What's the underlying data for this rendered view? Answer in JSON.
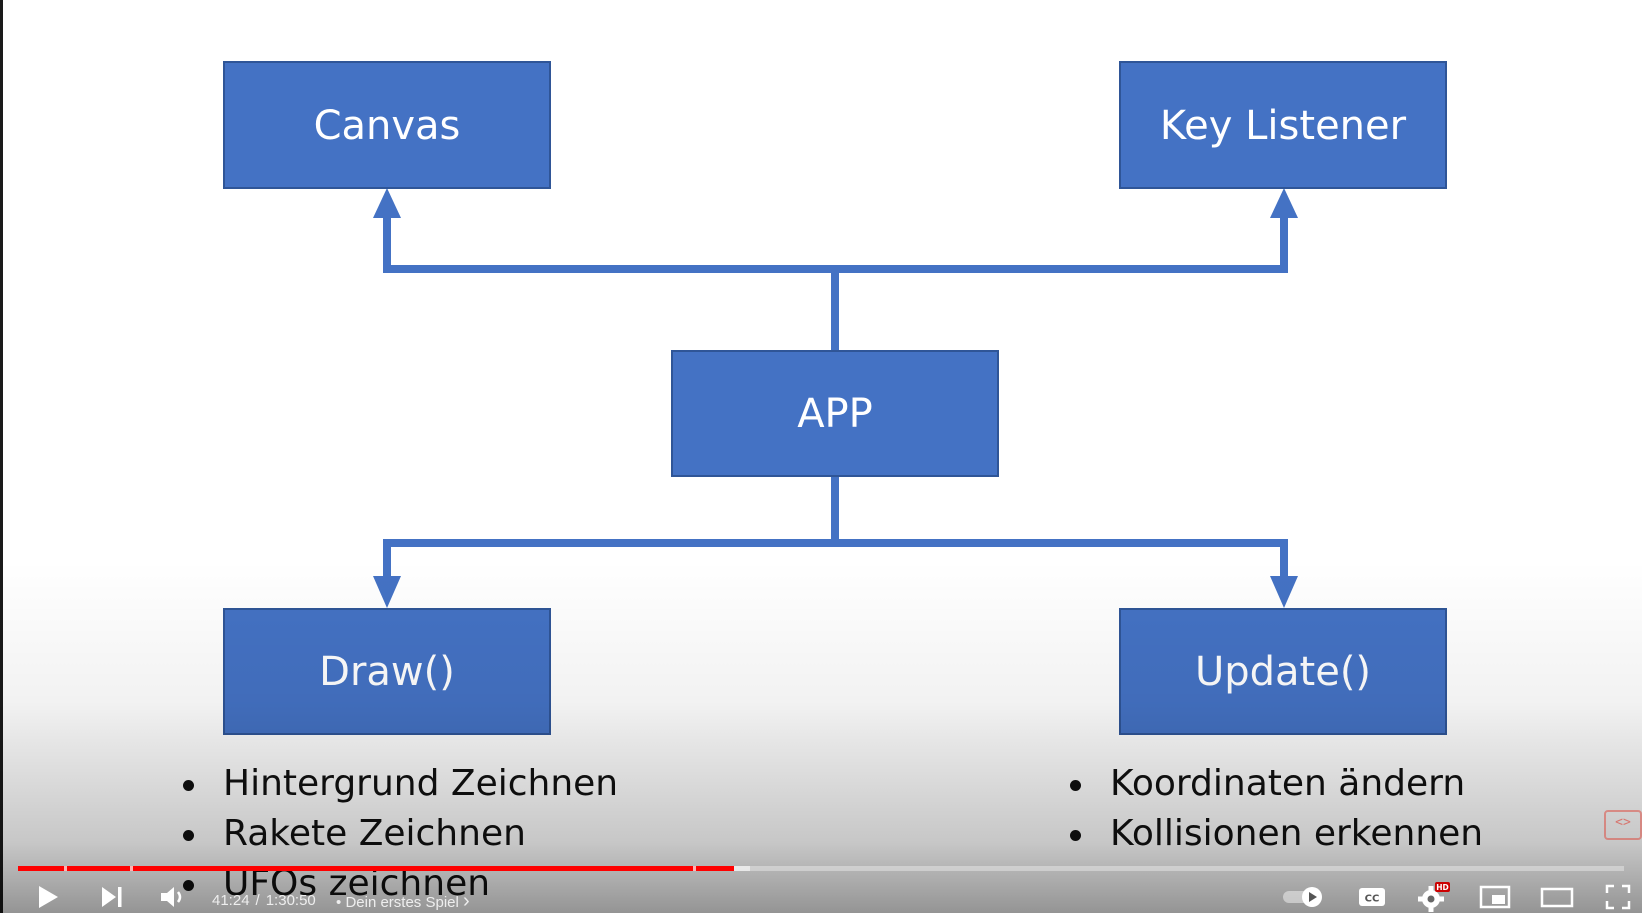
{
  "diagram": {
    "boxes": {
      "canvas": "Canvas",
      "key_listener": "Key Listener",
      "app": "APP",
      "draw": "Draw()",
      "update": "Update()"
    },
    "draw_bullets": [
      "Hintergrund Zeichnen",
      "Rakete Zeichnen",
      "UFOs zeichnen"
    ],
    "update_bullets": [
      "Koordinaten ändern",
      "Kollisionen erkennen"
    ],
    "colors": {
      "box_fill": "#4472C4",
      "box_border": "#2F5597",
      "connector": "#4472C4",
      "text": "#FFFFFF"
    }
  },
  "player": {
    "current_time": "41:24",
    "time_separator": "/",
    "duration": "1:30:50",
    "chapter_dot": "•",
    "chapter_title": "Dein erstes Spiel",
    "chapter_chevron": "›",
    "progress_played_fraction": 0.446,
    "progress_buffered_fraction": 0.456,
    "settings_badge": "HD",
    "embed_icon_glyph": "<>",
    "colors": {
      "progress_played": "#FF0000",
      "controls": "#FFFFFF"
    },
    "icons": [
      "play-icon",
      "next-icon",
      "volume-icon",
      "autoplay-toggle-icon",
      "captions-icon",
      "settings-icon",
      "miniplayer-icon",
      "theater-mode-icon",
      "fullscreen-icon"
    ]
  }
}
